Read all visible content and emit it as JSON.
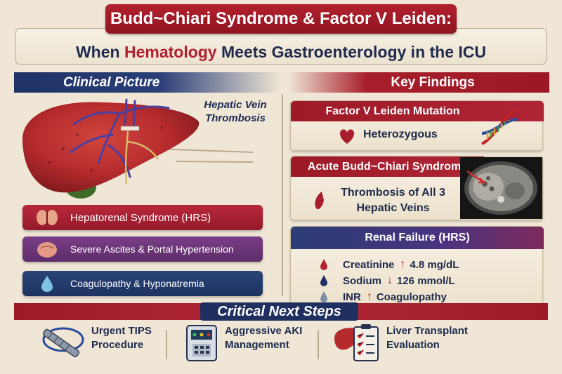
{
  "title": {
    "line1": "Budd~Chiari Syndrome & Factor V Leiden:",
    "line2_pre": "When ",
    "line2_highlight": "Hematology",
    "line2_post": " Meets Gastroenterology in the ICU"
  },
  "clinical_picture": {
    "header": "Clinical Picture",
    "liver_label": "Hepatic Vein Thrombosis",
    "items": [
      {
        "label": "Hepatorenal Syndrome (HRS)",
        "icon": "kidney-icon"
      },
      {
        "label": "Severe Ascites & Portal Hypertension",
        "icon": "abdomen-icon"
      },
      {
        "label": "Coagulopathy & Hyponatremia",
        "icon": "droplet-icon"
      }
    ]
  },
  "key_findings": {
    "header": "Key Findings",
    "factor_v": {
      "title": "Factor V Leiden Mutation",
      "value": "Heterozygous",
      "icon": "dna-icon"
    },
    "budd_chiari": {
      "title": "Acute Budd~Chiari Syndrome",
      "line1": "Thrombosis of All 3",
      "line2": "Hepatic Veins",
      "image": "ct-scan-image"
    },
    "renal": {
      "title": "Renal Failure (HRS)",
      "labs": [
        {
          "name": "Creatinine",
          "arrow": "↑",
          "value": "4.8 mg/dL",
          "color": "#b3202e"
        },
        {
          "name": "Sodium",
          "arrow": "↓",
          "value": "126 mmol/L",
          "color": "#1f3266"
        },
        {
          "name": "INR",
          "arrow": "↑",
          "value": "Coagulopathy",
          "color": "#7a8ea6"
        }
      ]
    }
  },
  "next_steps": {
    "header": "Critical Next Steps",
    "steps": [
      {
        "line1": "Urgent TIPS",
        "line2": "Procedure",
        "icon": "stent-icon"
      },
      {
        "line1": "Aggressive AKI",
        "line2": "Management",
        "icon": "dialysis-machine-icon"
      },
      {
        "line1": "Liver Transplant",
        "line2": "Evaluation",
        "icon": "clipboard-liver-icon"
      }
    ]
  },
  "colors": {
    "red": "#a81e2c",
    "navy": "#1f3266",
    "purple": "#6b3478",
    "background": "#efe6d6"
  }
}
